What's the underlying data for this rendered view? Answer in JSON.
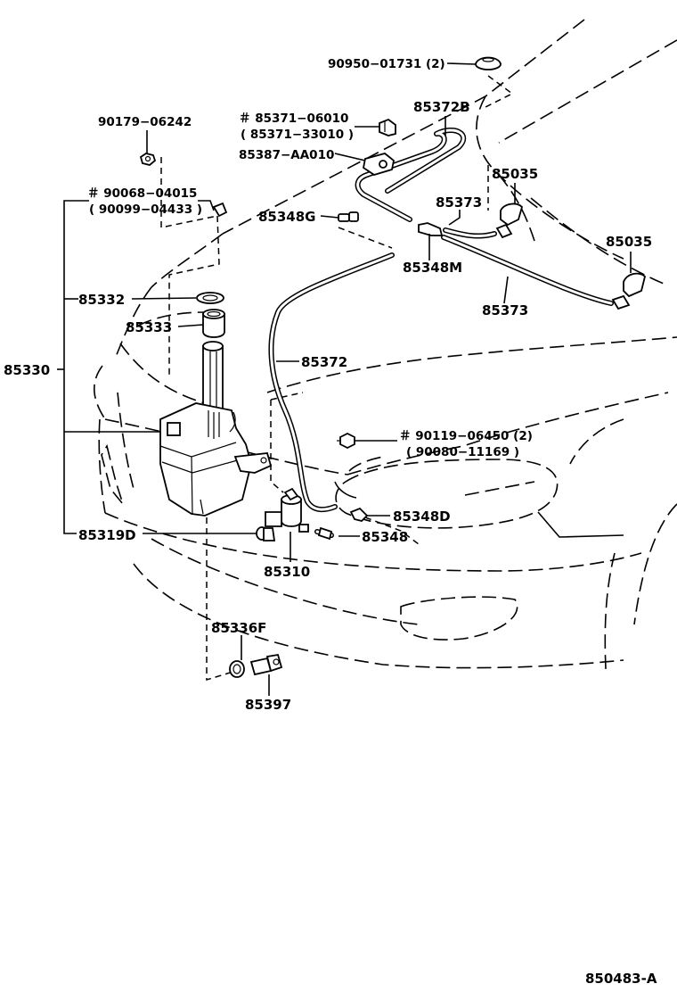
{
  "diagram_id": "850483-A",
  "labels": {
    "p90950": "90950−01731 (2)",
    "p90179": "90179−06242",
    "p85371a": "＃ 85371−06010",
    "p85371b": "( 85371−33010 )",
    "p85387": "85387−AA010",
    "p85372B": "85372B",
    "p90068a": "＃ 90068−04015",
    "p90068b": "( 90099−04433 )",
    "p85348G": "85348G",
    "p85035a": "85035",
    "p85373a": "85373",
    "p85348M": "85348M",
    "p85035b": "85035",
    "p85373b": "85373",
    "p85332": "85332",
    "p85333": "85333",
    "p85330": "85330",
    "p85372": "85372",
    "p90119a": "＃ 90119−06450 (2)",
    "p90119b": "( 90080−11169 )",
    "p85348D": "85348D",
    "p85319D": "85319D",
    "p85348": "85348",
    "p85310": "85310",
    "p85336F": "85336F",
    "p85397": "85397"
  }
}
